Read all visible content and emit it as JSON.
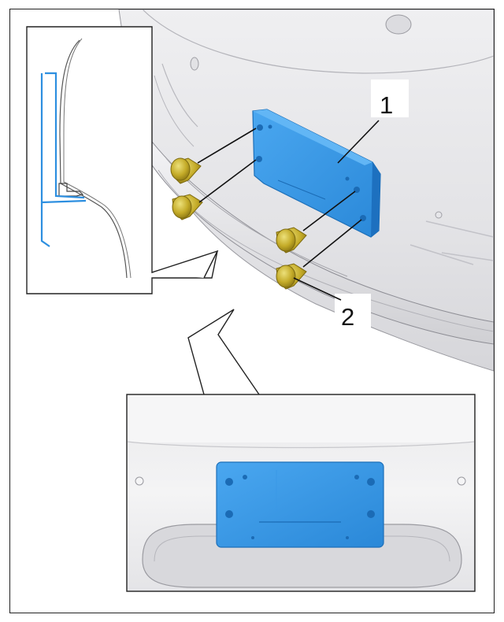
{
  "diagram": {
    "callouts": [
      {
        "id": "1",
        "label": "1"
      },
      {
        "id": "2",
        "label": "2"
      }
    ],
    "colors": {
      "bracket_blue": "#2d8fe0",
      "bracket_blue_dark": "#1d6fb8",
      "screw_yellow": "#c8b02a",
      "screw_yellow_dark": "#8e7b14",
      "outline": "#222222",
      "bumper_grey": "#e9e9eb"
    },
    "icons": {
      "screw": "screw-icon",
      "bracket": "license-plate-bracket"
    }
  }
}
